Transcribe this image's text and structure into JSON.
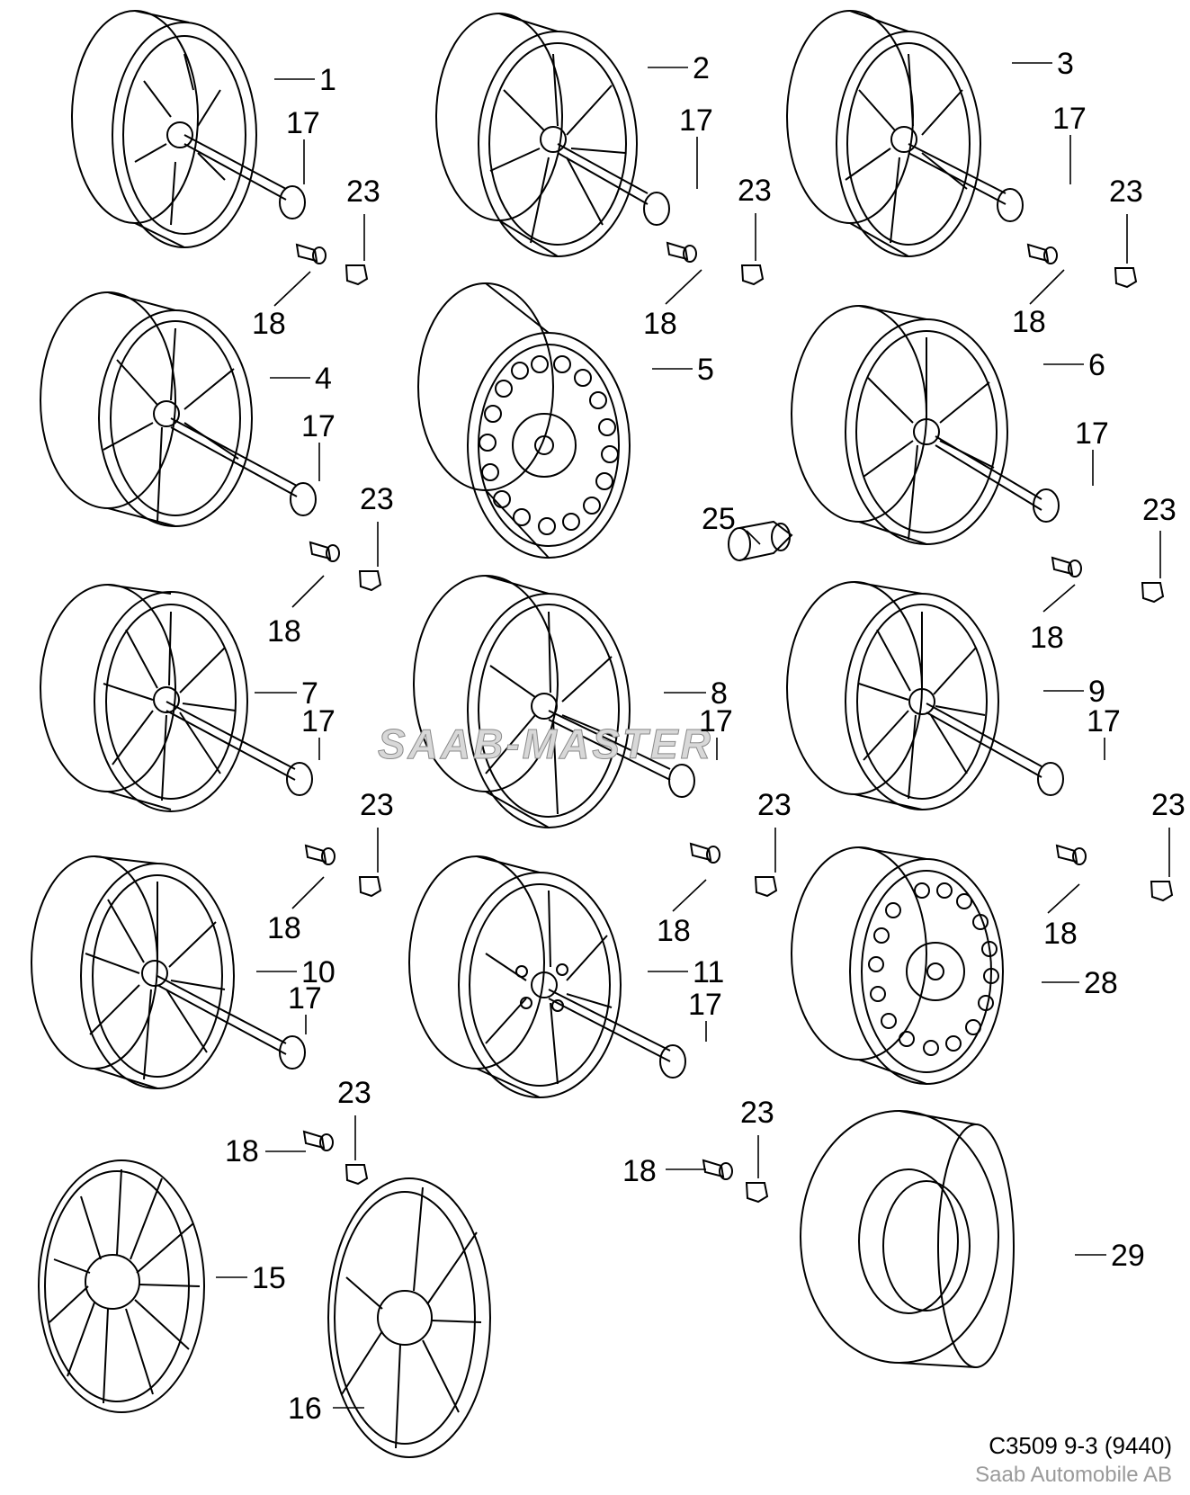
{
  "diagram": {
    "callouts": {
      "c1": "1",
      "c2": "2",
      "c3": "3",
      "c4": "4",
      "c5": "5",
      "c6": "6",
      "c7": "7",
      "c8": "8",
      "c9": "9",
      "c10": "10",
      "c11": "11",
      "c15": "15",
      "c16": "16",
      "c17": "17",
      "c18": "18",
      "c23": "23",
      "c25": "25",
      "c28": "28",
      "c29": "29"
    },
    "watermark": "SAAB-MASTER",
    "footer": {
      "code": "C3509 9-3 (9440)",
      "brand": "Saab Automobile AB"
    }
  }
}
